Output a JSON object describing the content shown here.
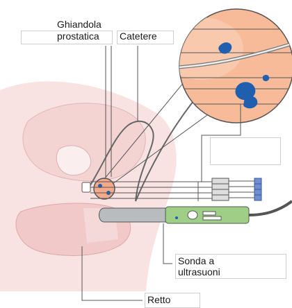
{
  "labels": {
    "prostate_line1": "Ghiandola",
    "prostate_line2": "prostatica",
    "catheter": "Catetere",
    "probe_line1": "Sonda a",
    "probe_line2": "ultrasuoni",
    "rectum": "Retto",
    "needles": ""
  },
  "colors": {
    "tissue": "#f7dede",
    "tissue_dark": "#efc4c4",
    "prostate": "#f3a98a",
    "seed_blue": "#1f5fae",
    "probe_grey": "#b9bcbe",
    "probe_green": "#9fce86",
    "line": "#555555"
  }
}
